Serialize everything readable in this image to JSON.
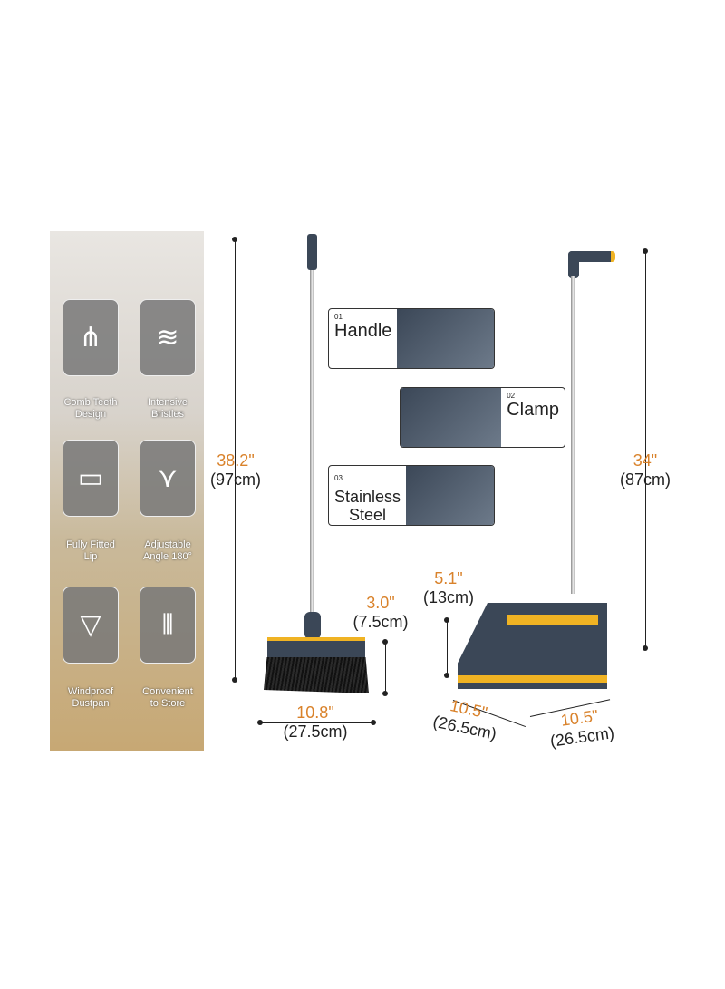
{
  "features": [
    {
      "label": "Comb Teeth\nDesign",
      "icon": "comb-icon"
    },
    {
      "label": "Intensive\nBristles",
      "icon": "bristles-icon"
    },
    {
      "label": "Fully Fitted\nLip",
      "icon": "lip-icon"
    },
    {
      "label": "Adjustable\nAngle 180°",
      "icon": "angle-icon"
    },
    {
      "label": "Windproof\nDustpan",
      "icon": "windproof-icon"
    },
    {
      "label": "Convenient\nto Store",
      "icon": "store-icon"
    }
  ],
  "callouts": [
    {
      "num": "01",
      "label": "Handle"
    },
    {
      "num": "02",
      "label": "Clamp"
    },
    {
      "num": "03",
      "label": "Stainless\nSteel"
    }
  ],
  "dimensions": {
    "broom_height": {
      "in": "38.2\"",
      "cm": "(97cm)"
    },
    "broom_head_height": {
      "in": "3.0\"",
      "cm": "(7.5cm)"
    },
    "broom_width": {
      "in": "10.8\"",
      "cm": "(27.5cm)"
    },
    "dustpan_height": {
      "in": "34\"",
      "cm": "(87cm)"
    },
    "dustpan_depth": {
      "in": "5.1\"",
      "cm": "(13cm)"
    },
    "dustpan_length": {
      "in": "10.5\"",
      "cm": "(26.5cm)"
    },
    "dustpan_width": {
      "in": "10.5\"",
      "cm": "(26.5cm)"
    }
  },
  "colors": {
    "accent": "#d9822b",
    "product_navy": "#3b4757",
    "product_yellow": "#f0b323"
  }
}
